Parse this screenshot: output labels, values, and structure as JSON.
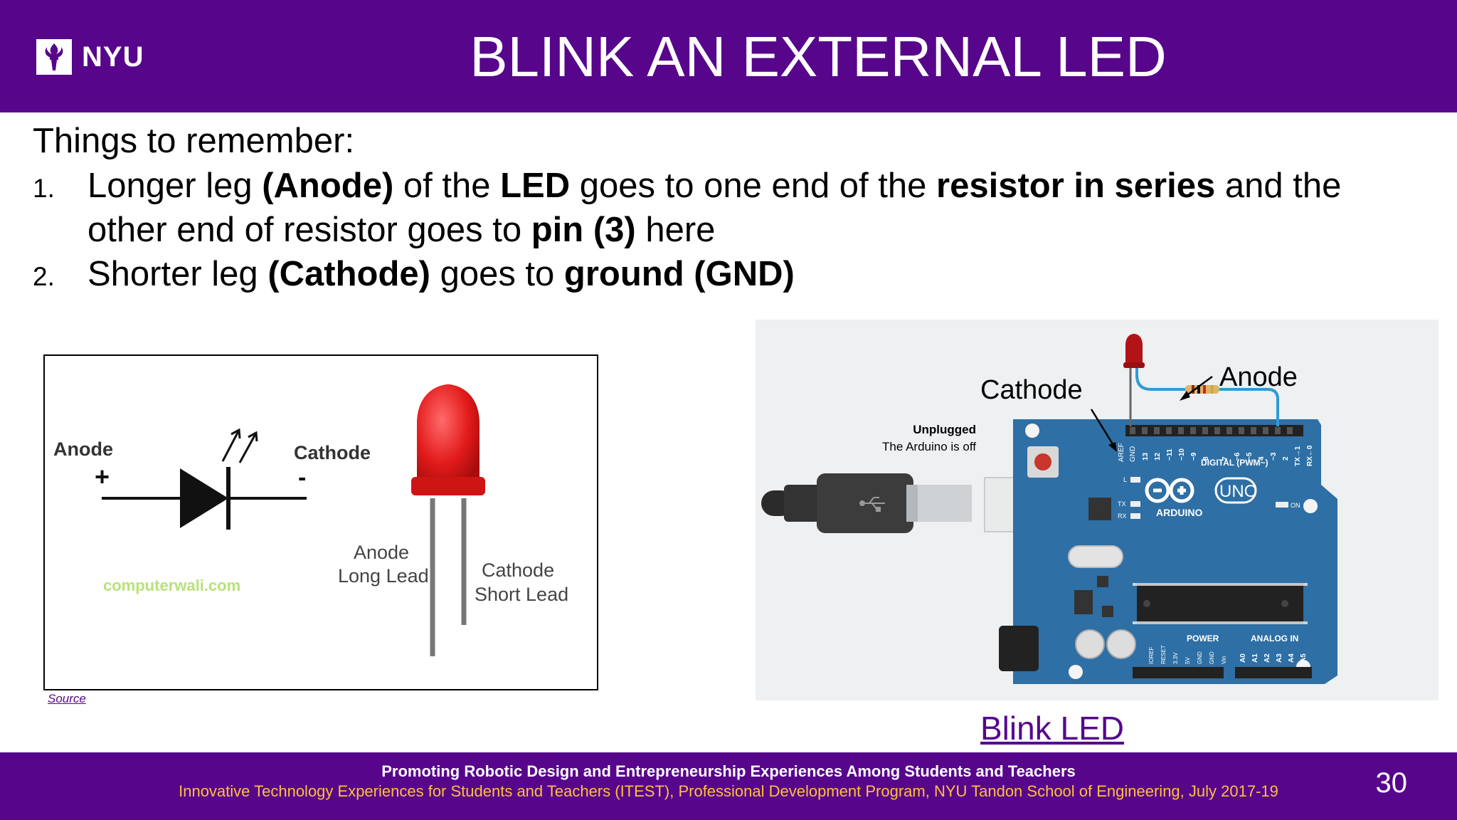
{
  "header": {
    "logo_text": "NYU",
    "title": "BLINK AN EXTERNAL LED"
  },
  "content": {
    "intro": "Things to remember:",
    "points": [
      {
        "num": "1.",
        "parts": [
          {
            "t": "Longer leg ",
            "b": false
          },
          {
            "t": "(Anode)",
            "b": true
          },
          {
            "t": " of the ",
            "b": false
          },
          {
            "t": "LED",
            "b": true
          },
          {
            "t": " goes to one end of the ",
            "b": false
          },
          {
            "t": "resistor in series",
            "b": true
          },
          {
            "t": " and the other end of resistor goes to ",
            "b": false
          },
          {
            "t": "pin (3)",
            "b": true
          },
          {
            "t": " here",
            "b": false
          }
        ]
      },
      {
        "num": "2.",
        "parts": [
          {
            "t": "Shorter leg ",
            "b": false
          },
          {
            "t": "(Cathode)",
            "b": true
          },
          {
            "t": " goes to ",
            "b": false
          },
          {
            "t": "ground (GND)",
            "b": true
          }
        ]
      }
    ]
  },
  "led_diagram": {
    "anode": "Anode",
    "plus": "+",
    "cathode": "Cathode",
    "minus": "-",
    "watermark": "computerwali.com",
    "anode_long": [
      "Anode",
      "Long Lead"
    ],
    "cathode_short": [
      "Cathode",
      "Short Lead"
    ],
    "source_link": "Source"
  },
  "arduino_diagram": {
    "cathode": "Cathode",
    "anode": "Anode",
    "status_title": "Unplugged",
    "status_text": "The Arduino is off",
    "digital_label": "DIGITAL (PWM~)",
    "uno": "UNO",
    "brand": "ARDUINO",
    "power": "POWER",
    "analog": "ANALOG IN",
    "on": "ON",
    "tx": "TX",
    "rx": "RX",
    "l": "L",
    "aref": "AREF",
    "gnd": "GND",
    "top_pins": [
      "13",
      "12",
      "~11",
      "~10",
      "~9",
      "8",
      "7",
      "~6",
      "~5",
      "4",
      "~3",
      "2",
      "TX→1",
      "RX←0"
    ],
    "power_pins": [
      "IOREF",
      "RESET",
      "3.3V",
      "5V",
      "GND",
      "GND",
      "Vin"
    ],
    "analog_pins": [
      "A0",
      "A1",
      "A2",
      "A3",
      "A4",
      "A5"
    ],
    "link": "Blink LED"
  },
  "footer": {
    "line1": "Promoting Robotic Design and Entrepreneurship Experiences Among Students and Teachers",
    "line2": "Innovative Technology Experiences for Students and Teachers (ITEST), Professional Development Program, NYU Tandon School of Engineering, July 2017-19",
    "page": "30"
  },
  "colors": {
    "nyu_purple": "#57068c",
    "footer_gold": "#ffc03b",
    "board_blue": "#2e6fa5",
    "led_red": "#d0161a"
  }
}
